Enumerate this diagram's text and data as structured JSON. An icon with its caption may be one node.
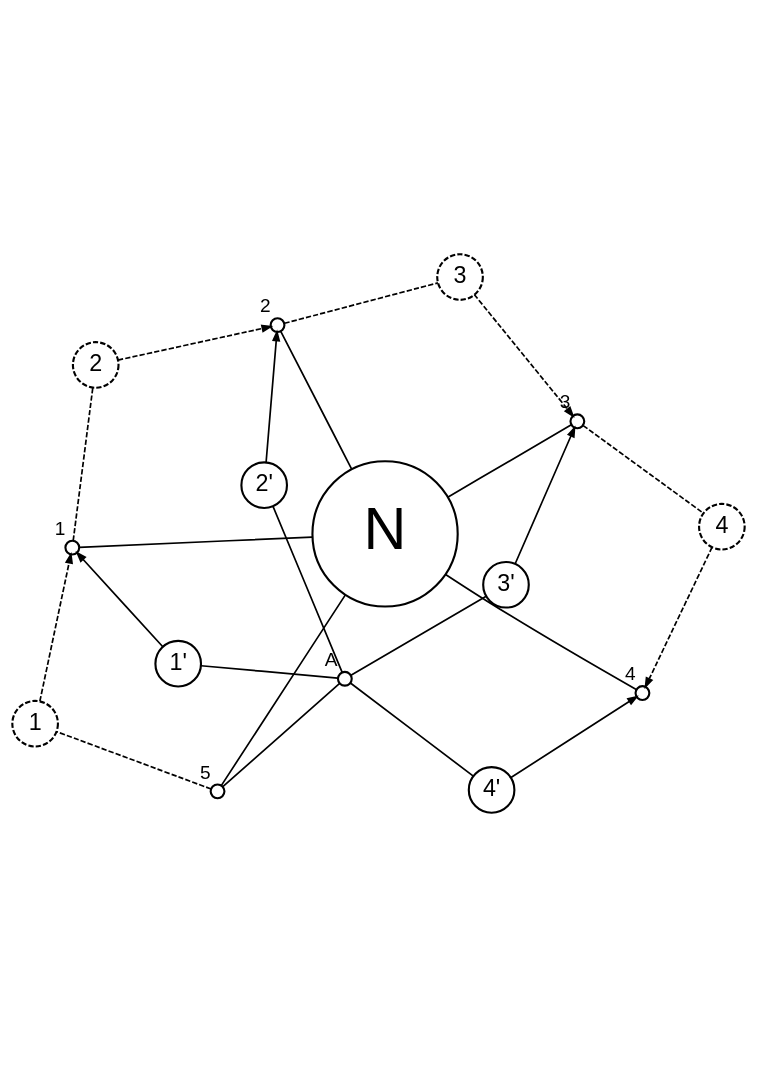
{
  "diagram": {
    "nodes": [
      {
        "text": [],
        "shape": "circle",
        "beside": [
          "5"
        ]
      },
      {
        "text": [
          "1"
        ]
      },
      {
        "text": [],
        "shape": "circle",
        "beside": [
          "4"
        ]
      },
      {
        "text": [
          "N"
        ]
      },
      {
        "text": [],
        "shape": "circle",
        "beside": [
          "1"
        ]
      },
      {
        "text": [
          "4"
        ]
      },
      {
        "text": [
          "2"
        ]
      },
      {
        "text": [
          "4'"
        ]
      },
      {
        "text": [],
        "shape": "circle",
        "beside": [
          "3"
        ]
      },
      {
        "text": [],
        "shape": "circle",
        "beside": [
          "2"
        ]
      },
      {
        "text": [
          "3"
        ]
      },
      {
        "text": [
          "1'"
        ]
      },
      {
        "text": [
          "3'"
        ]
      },
      {
        "text": [
          "2'"
        ]
      },
      {
        "text": [],
        "shape": "circle",
        "beside": [
          "A"
        ]
      }
    ],
    "edges": [
      {
        "from": 3,
        "to": 0,
        "arrow": "none"
      },
      {
        "from": 3,
        "to": 2,
        "arrow": "none"
      },
      {
        "from": 3,
        "to": 4,
        "arrow": "none"
      },
      {
        "from": 3,
        "to": 9,
        "arrow": "none"
      },
      {
        "from": 3,
        "to": 8,
        "arrow": "none"
      },
      {
        "from": 0,
        "to": 1,
        "arrow": "none",
        "style": "dashed"
      },
      {
        "from": 1,
        "to": 4,
        "arrow": "to",
        "style": "dashed"
      },
      {
        "from": 4,
        "to": 6,
        "arrow": "none",
        "style": "dashed"
      },
      {
        "from": 6,
        "to": 9,
        "arrow": "to",
        "style": "dashed"
      },
      {
        "from": 9,
        "to": 10,
        "arrow": "none",
        "style": "dashed"
      },
      {
        "from": 10,
        "to": 8,
        "arrow": "to",
        "style": "dashed"
      },
      {
        "from": 8,
        "to": 5,
        "arrow": "none",
        "style": "dashed"
      },
      {
        "from": 5,
        "to": 2,
        "arrow": "to",
        "style": "dashed"
      },
      {
        "from": 14,
        "to": 11,
        "arrow": "none"
      },
      {
        "from": 11,
        "to": 4,
        "arrow": "to"
      },
      {
        "from": 14,
        "to": 13,
        "arrow": "none"
      },
      {
        "from": 13,
        "to": 9,
        "arrow": "to"
      },
      {
        "from": 14,
        "to": 12,
        "arrow": "none"
      },
      {
        "from": 12,
        "to": 8,
        "arrow": "to"
      },
      {
        "from": 14,
        "to": 7,
        "arrow": "none"
      },
      {
        "from": 7,
        "to": 2,
        "arrow": "to"
      },
      {
        "from": 14,
        "to": 0,
        "arrow": "none"
      }
    ]
  }
}
